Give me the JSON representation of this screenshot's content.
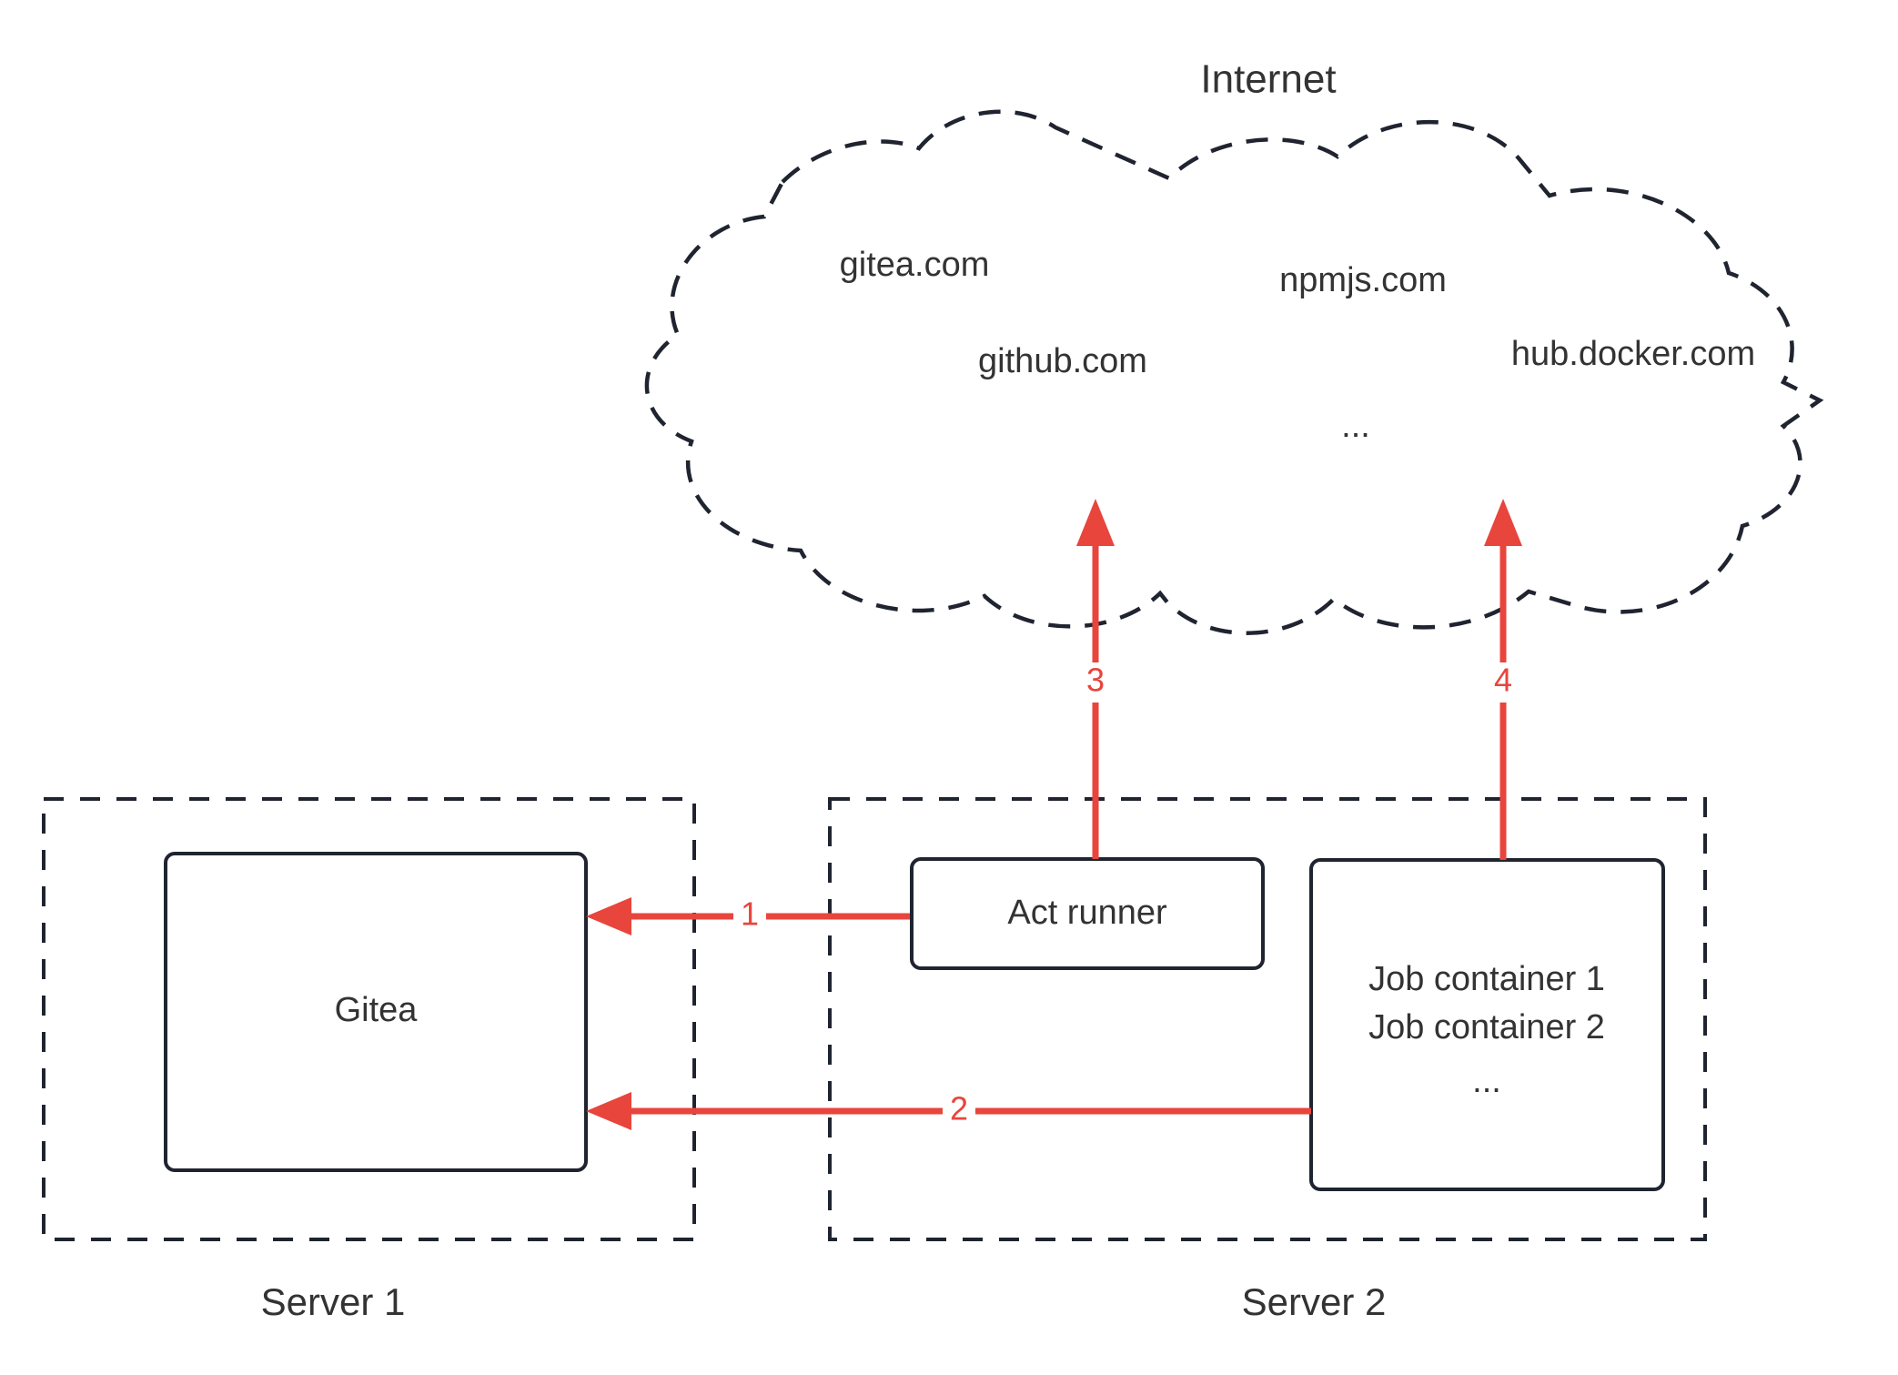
{
  "diagram": {
    "title": "Internet",
    "cloud": {
      "name": "internet-cloud",
      "services": [
        {
          "id": "gitea-com",
          "label": "gitea.com"
        },
        {
          "id": "npmjs-com",
          "label": "npmjs.com"
        },
        {
          "id": "github-com",
          "label": "github.com"
        },
        {
          "id": "hub-docker-com",
          "label": "hub.docker.com"
        },
        {
          "id": "more-services",
          "label": "..."
        }
      ]
    },
    "servers": [
      {
        "id": "server-1",
        "label": "Server 1"
      },
      {
        "id": "server-2",
        "label": "Server 2"
      }
    ],
    "nodes": [
      {
        "id": "gitea",
        "label": "Gitea"
      },
      {
        "id": "act-runner",
        "label": "Act runner"
      },
      {
        "id": "job-containers",
        "lines": [
          "Job container 1",
          "Job container 2",
          "..."
        ]
      }
    ],
    "edges": [
      {
        "id": "edge-1",
        "label": "1",
        "from": "act-runner",
        "to": "gitea"
      },
      {
        "id": "edge-2",
        "label": "2",
        "from": "job-containers",
        "to": "gitea"
      },
      {
        "id": "edge-3",
        "label": "3",
        "from": "act-runner",
        "to": "internet-cloud"
      },
      {
        "id": "edge-4",
        "label": "4",
        "from": "job-containers",
        "to": "internet-cloud"
      }
    ],
    "colors": {
      "arrow": "#e8453c",
      "stroke": "#1f2430",
      "text": "#333333",
      "background": "#ffffff"
    }
  }
}
